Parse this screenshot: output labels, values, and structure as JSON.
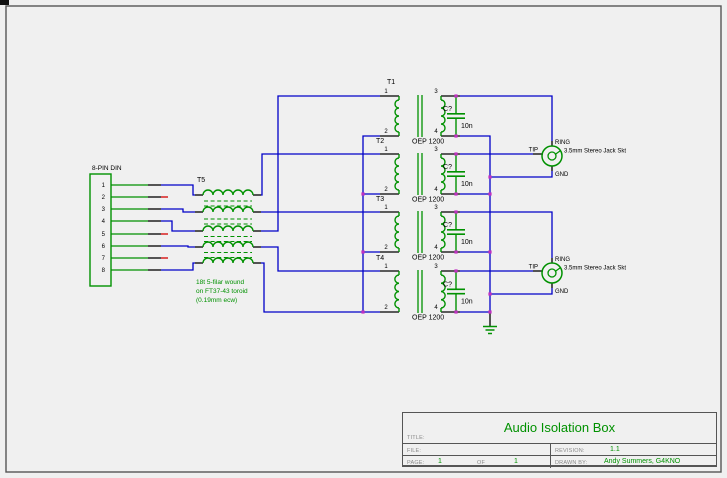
{
  "colors": {
    "bg": "#f0f0f0",
    "frame": "#555555",
    "wire": "#0000c8",
    "component": "#009100",
    "lead": "#000000",
    "junction": "#c030c0",
    "noconnect": "#d40000",
    "text": "#000000",
    "label_gray": "#8a8a8a",
    "value_green": "#009100"
  },
  "din": {
    "label": "8-PIN DIN",
    "pins": [
      "1",
      "2",
      "3",
      "4",
      "5",
      "6",
      "7",
      "8"
    ],
    "unconnected_pins": [
      "2",
      "5",
      "7"
    ]
  },
  "t5": {
    "ref": "T5",
    "note": [
      "18t 5-filar wound",
      "on FT37-43 toroid",
      "(0.19mm ecw)"
    ]
  },
  "transformers": [
    {
      "ref": "T1",
      "value": "OEP 1200",
      "pin_numbers": [
        "1",
        "2",
        "3",
        "4"
      ]
    },
    {
      "ref": "T2",
      "value": "OEP 1200",
      "pin_numbers": [
        "1",
        "2",
        "3",
        "4"
      ]
    },
    {
      "ref": "T3",
      "value": "OEP 1200",
      "pin_numbers": [
        "1",
        "2",
        "3",
        "4"
      ]
    },
    {
      "ref": "T4",
      "value": "OEP 1200",
      "pin_numbers": [
        "1",
        "2",
        "3",
        "4"
      ]
    }
  ],
  "capacitors": [
    {
      "ref": "C?",
      "value": "10n"
    },
    {
      "ref": "C?",
      "value": "10n"
    },
    {
      "ref": "C?",
      "value": "10n"
    },
    {
      "ref": "C?",
      "value": "10n"
    }
  ],
  "jacks": [
    {
      "tip": "TIP",
      "ring": "RING",
      "gnd": "GND",
      "desc": "3.5mm Stereo Jack Skt"
    },
    {
      "tip": "TIP",
      "ring": "RING",
      "gnd": "GND",
      "desc": "3.5mm Stereo Jack Skt"
    }
  ],
  "title_block": {
    "title_label": "TITLE:",
    "title": "Audio Isolation Box",
    "file_label": "FILE:",
    "file_value": "",
    "page_label": "PAGE:",
    "page_value": "1",
    "of_label": "OF",
    "of_value": "1",
    "revision_label": "REVISION:",
    "revision_value": "1.1",
    "drawn_by_label": "DRAWN BY:",
    "drawn_by_value": "Andy Summers, G4KNO"
  }
}
